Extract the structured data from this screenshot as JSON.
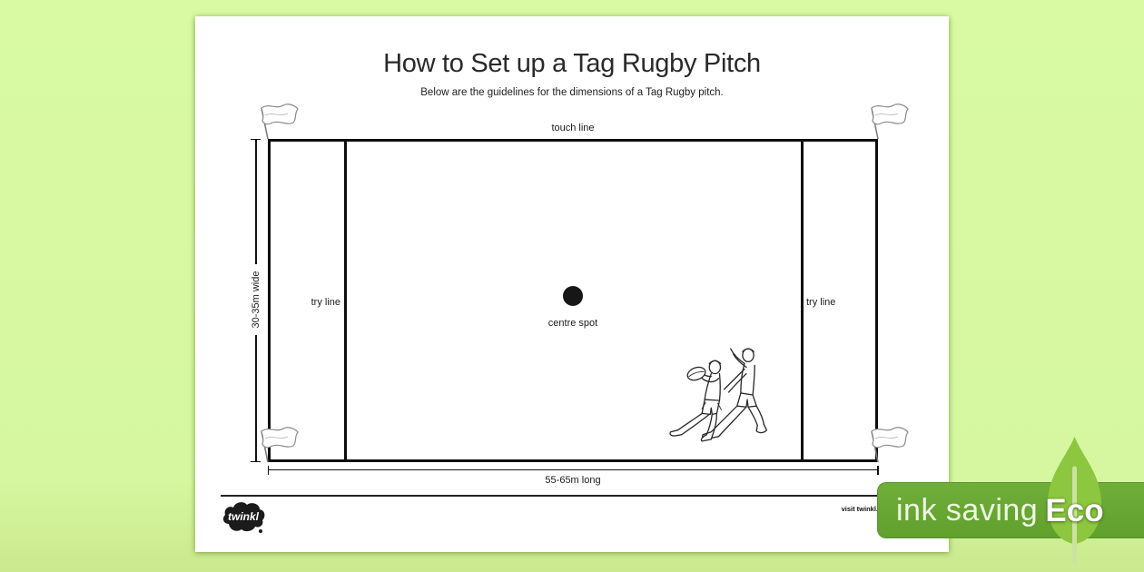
{
  "document": {
    "title": "How to Set up a Tag Rugby Pitch",
    "subtitle": "Below are the guidelines for the dimensions of a Tag Rugby pitch."
  },
  "pitch": {
    "touch_line_label": "touch line",
    "try_line_left_label": "try line",
    "try_line_right_label": "try line",
    "centre_spot_label": "centre spot",
    "width_dimension_label": "30-35m wide",
    "length_dimension_label": "55-65m long"
  },
  "footer": {
    "brand": "twinkl",
    "visit_text": "visit twinkl."
  },
  "eco_badge": {
    "ink_saving_label": "ink saving",
    "eco_label": "Eco",
    "band_color": "#66a733",
    "leaf_color": "#8dc63f"
  },
  "colors": {
    "background": "#d8faa0",
    "page": "#ffffff",
    "diagram_line": "#000000"
  }
}
